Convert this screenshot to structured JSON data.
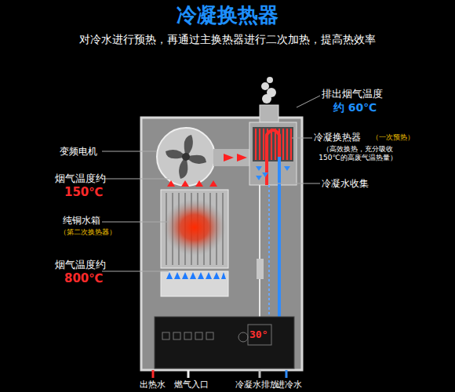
{
  "diagram": {
    "title": "冷凝换热器",
    "labels": [
      "对冷水进行预热，再通过主换热器进行二次加热，提高热效率",
      "变频电机",
      "烟气温度约",
      "150℃",
      "纯铜水箱",
      "（第二次换热器）",
      "烟气温度约",
      "800℃",
      "排出烟气温度",
      "约 60℃",
      "冷凝换热器",
      "（一次预热）",
      "（高效换热，充分吸收 150℃的高废气温热量）",
      "冷凝水收集",
      "出热水",
      "燃气入口",
      "冷凝水排放",
      "进冷水",
      "30°"
    ]
  }
}
